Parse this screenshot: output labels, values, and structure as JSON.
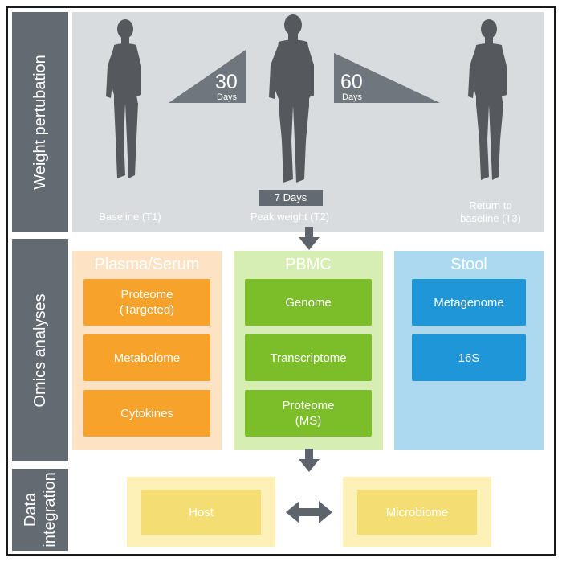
{
  "sections": {
    "weight": "Weight pertubation",
    "omics": "Omics analyses",
    "integration_line1": "Data",
    "integration_line2": "integration"
  },
  "weight_perturbation": {
    "gain": {
      "number": "30",
      "unit": "Days"
    },
    "loss": {
      "number": "60",
      "unit": "Days"
    },
    "hold": "7 Days",
    "timepoints": {
      "t1": "Baseline (T1)",
      "t2": "Peak weight (T2)",
      "t3_line1": "Return to",
      "t3_line2": "baseline (T3)"
    }
  },
  "omics": {
    "plasma": {
      "title": "Plasma/Serum",
      "items": [
        {
          "line1": "Proteome",
          "line2": "(Targeted)"
        },
        {
          "line1": "Metabolome",
          "line2": ""
        },
        {
          "line1": "Cytokines",
          "line2": ""
        }
      ]
    },
    "pbmc": {
      "title": "PBMC",
      "items": [
        {
          "line1": "Genome",
          "line2": ""
        },
        {
          "line1": "Transcriptome",
          "line2": ""
        },
        {
          "line1": "Proteome",
          "line2": "(MS)"
        }
      ]
    },
    "stool": {
      "title": "Stool",
      "items": [
        {
          "line1": "Metagenome",
          "line2": ""
        },
        {
          "line1": "16S",
          "line2": ""
        }
      ]
    }
  },
  "integration": {
    "host": "Host",
    "microbiome": "Microbiome"
  },
  "colors": {
    "panel_gray": "#d9dcde",
    "sidebar": "#636a72",
    "plasma": "#f6a22b",
    "pbmc": "#7cbd2a",
    "stool": "#1f96d8",
    "integration": "#f4de73"
  }
}
